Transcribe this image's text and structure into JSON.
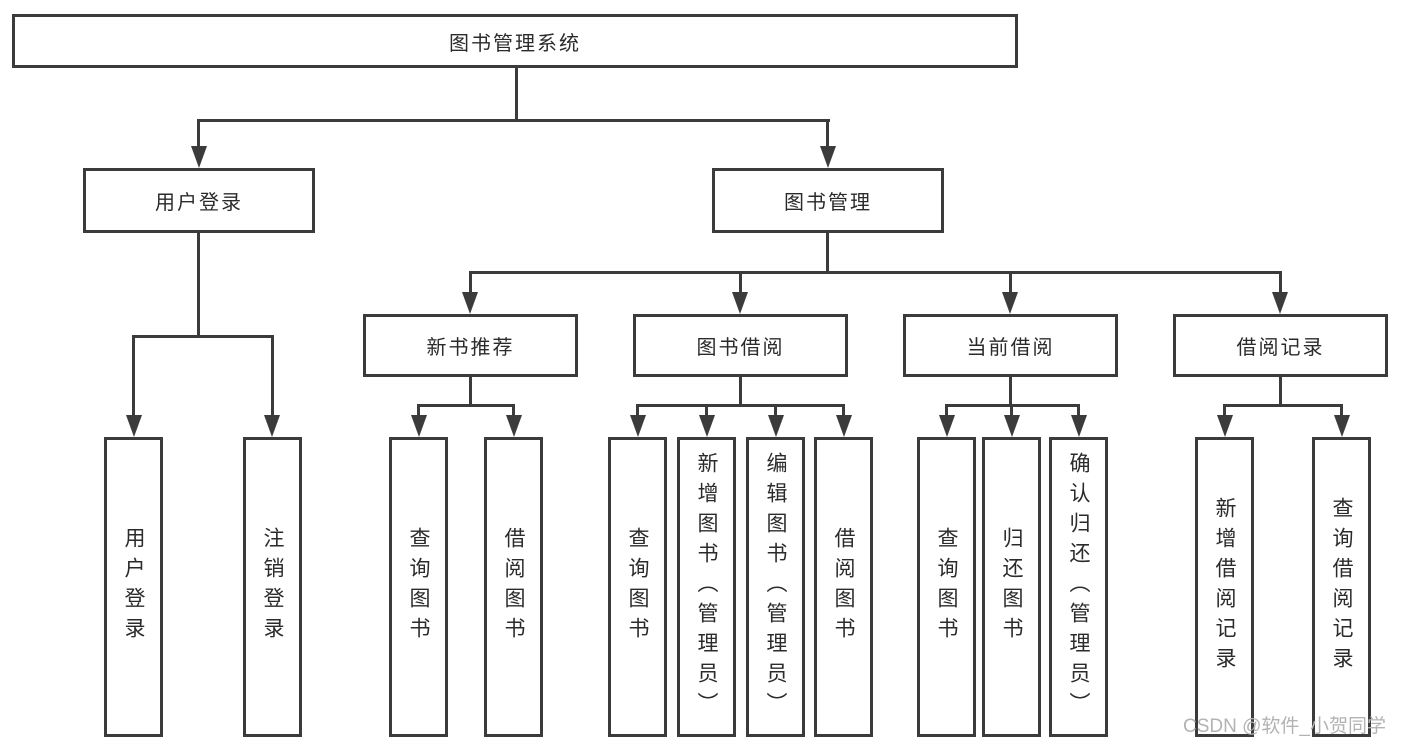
{
  "diagram": {
    "root": {
      "label": "图书管理系统"
    },
    "level2": [
      {
        "label": "用户登录"
      },
      {
        "label": "图书管理"
      }
    ],
    "level3": [
      {
        "label": "新书推荐"
      },
      {
        "label": "图书借阅"
      },
      {
        "label": "当前借阅"
      },
      {
        "label": "借阅记录"
      }
    ],
    "leaves": {
      "user_login": [
        "用户登录",
        "注销登录"
      ],
      "new_book": [
        "查询图书",
        "借阅图书"
      ],
      "book_borrow": [
        "查询图书",
        "新增图书（管理员）",
        "编辑图书（管理员）",
        "借阅图书"
      ],
      "current_borrow": [
        "查询图书",
        "归还图书",
        "确认归还（管理员）"
      ],
      "borrow_record": [
        "新增借阅记录",
        "查询借阅记录"
      ]
    },
    "watermark": "CSDN @软件_小贺同学",
    "colors": {
      "line": "#3b3b3b",
      "text": "#2b2b2b",
      "watermark": "#b3b3b3",
      "background": "#ffffff"
    }
  }
}
